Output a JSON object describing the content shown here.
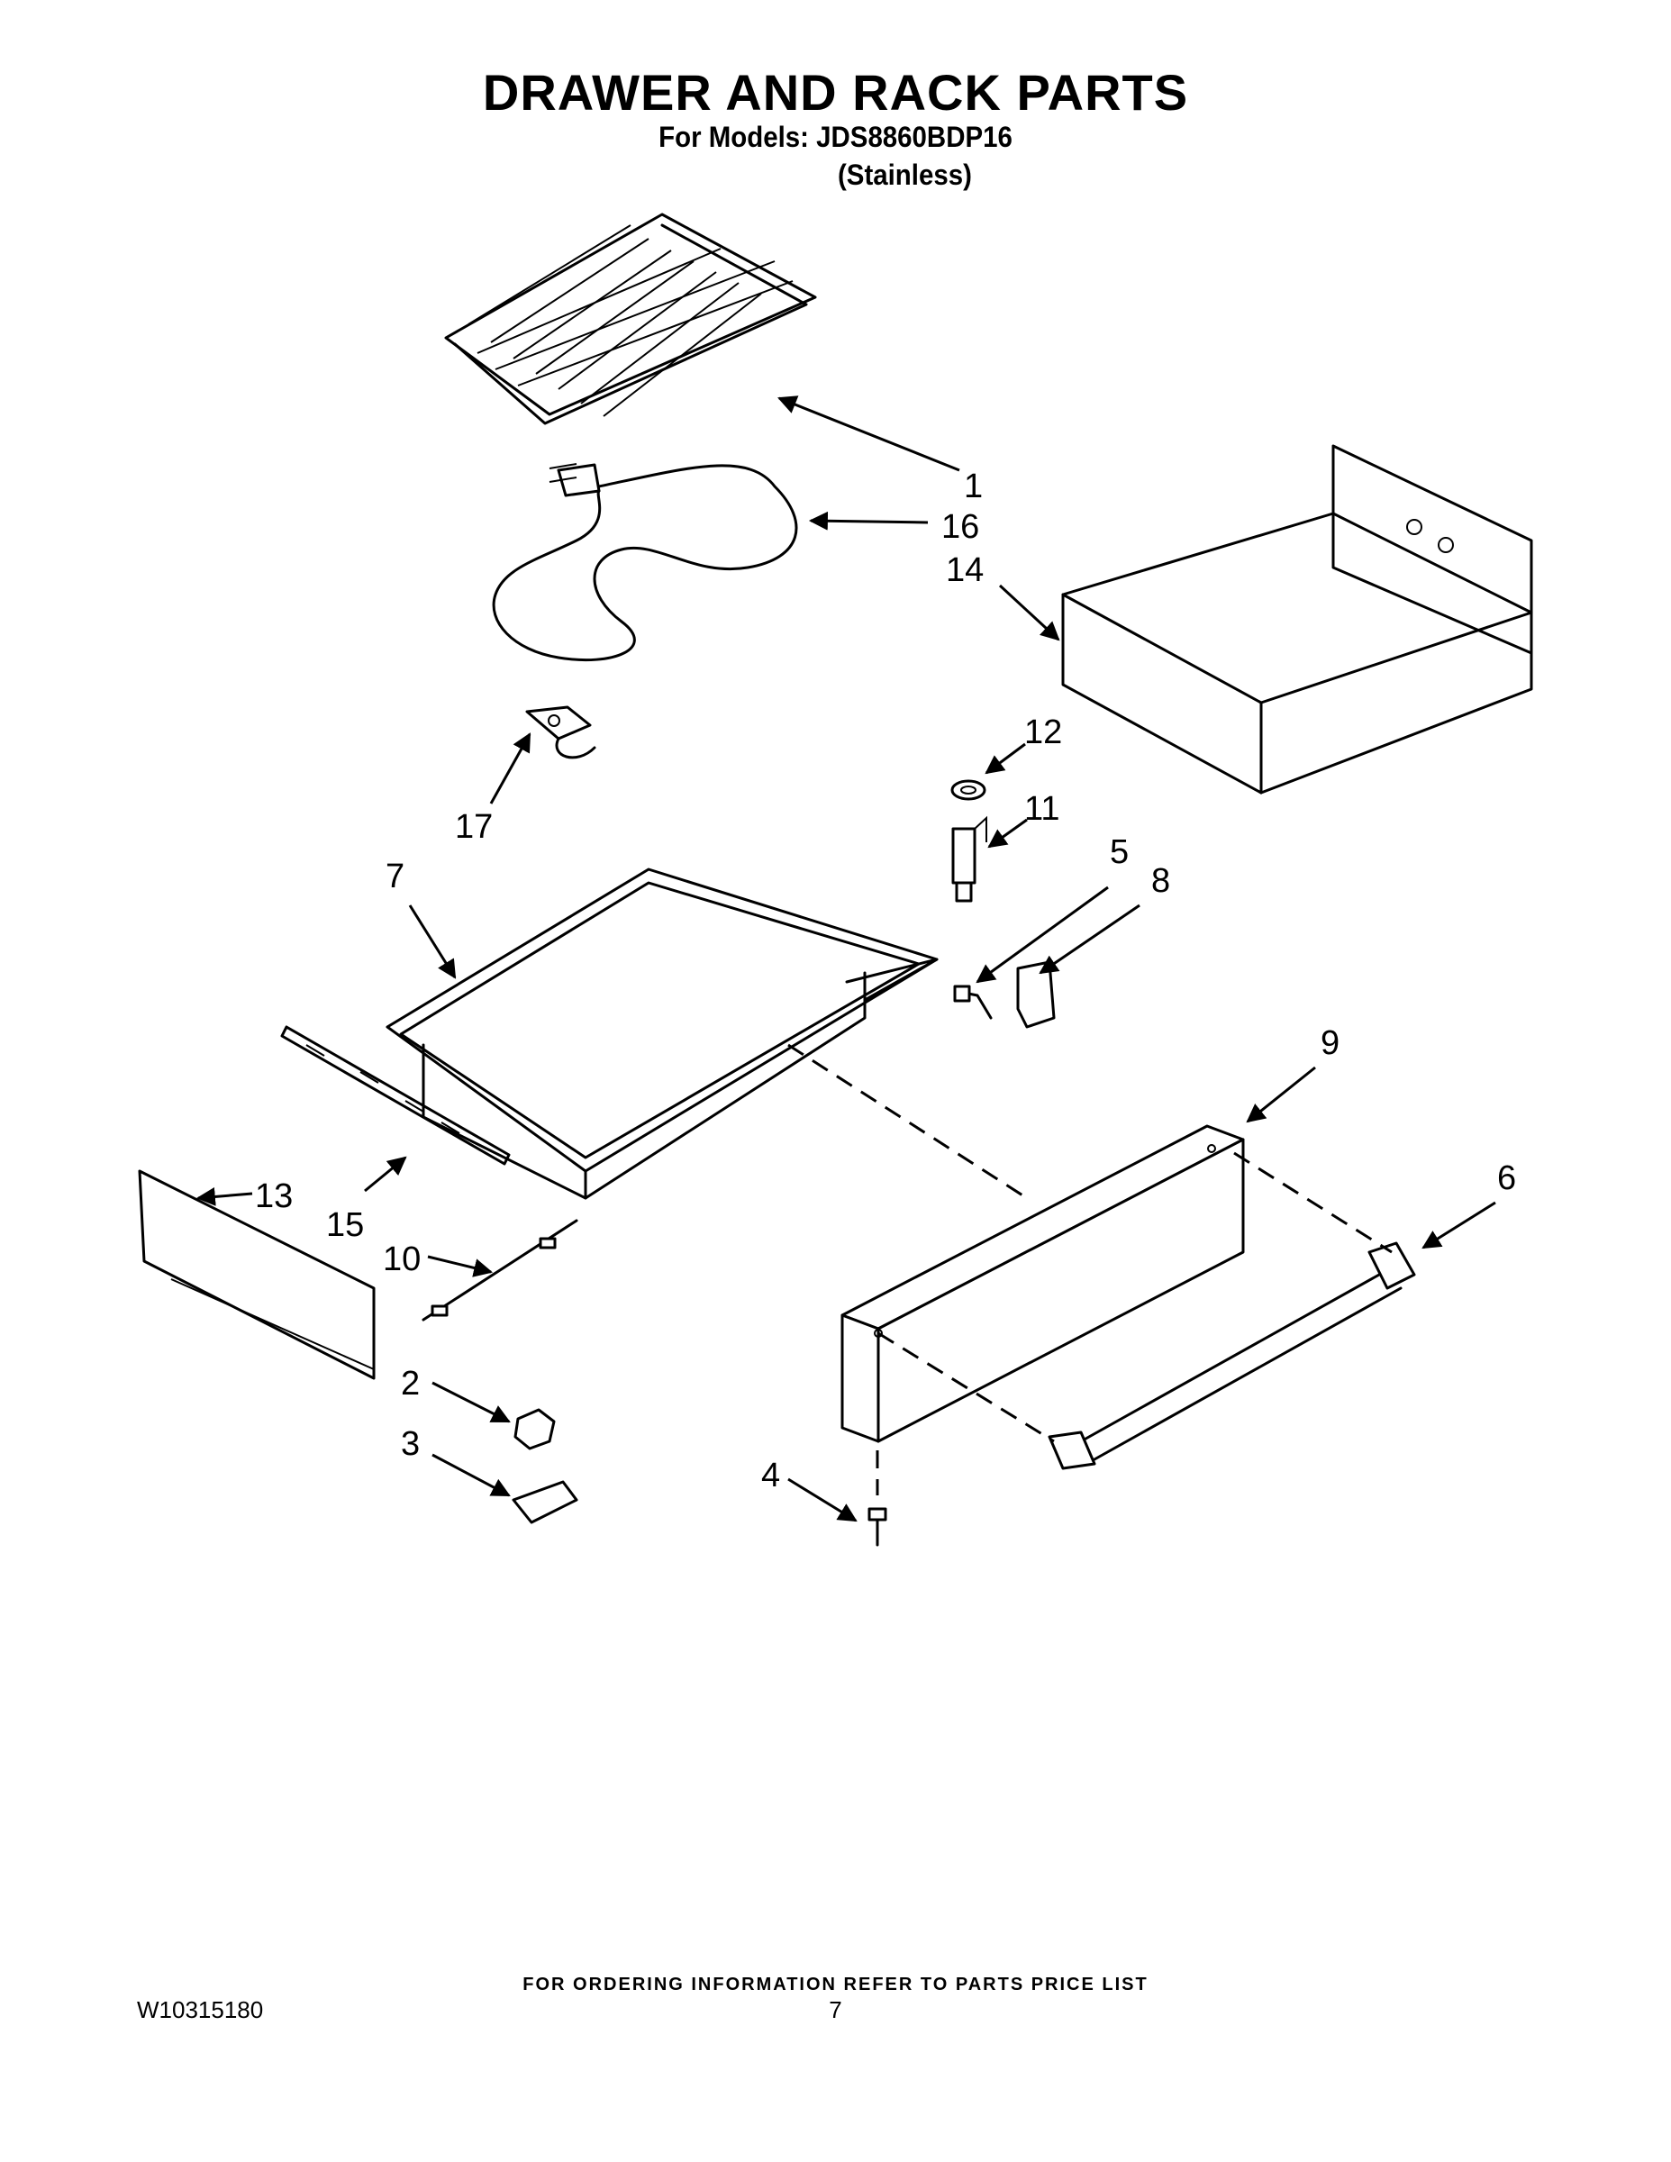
{
  "header": {
    "title": "DRAWER AND RACK PARTS",
    "models": "For Models: JDS8860BDP16",
    "variant": "(Stainless)"
  },
  "callouts": {
    "c1": "1",
    "c2": "2",
    "c3": "3",
    "c4": "4",
    "c5": "5",
    "c6": "6",
    "c7": "7",
    "c8": "8",
    "c9": "9",
    "c10": "10",
    "c11": "11",
    "c12": "12",
    "c13": "13",
    "c14": "14",
    "c15": "15",
    "c16": "16",
    "c17": "17"
  },
  "footer": {
    "ordering_note": "FOR ORDERING INFORMATION REFER TO PARTS PRICE LIST",
    "doc_number": "W10315180",
    "page_number": "7"
  }
}
